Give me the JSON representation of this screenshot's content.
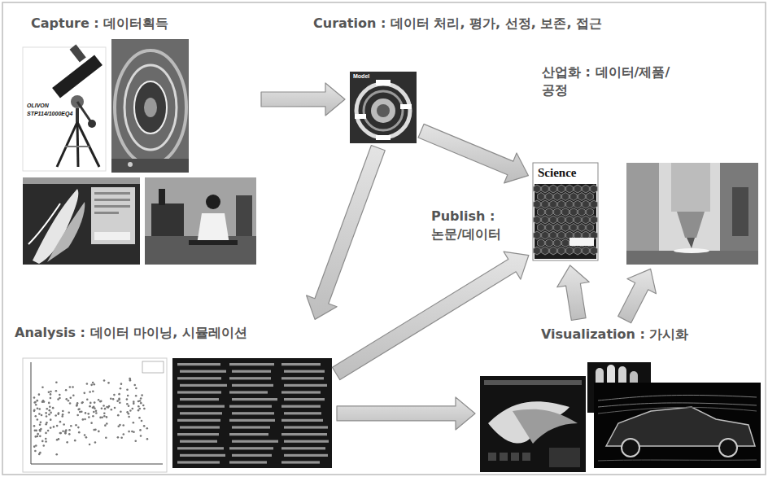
{
  "diagram": {
    "nodes": [
      {
        "text": [
          "Capture : 데이터획득"
        ]
      },
      {
        "text": [
          "Curation : 데이터 처리, 평가, 선정, 보존, 접근"
        ]
      },
      {
        "text": [
          "산업화 : 데이터/제품/공정"
        ]
      },
      {
        "text": [
          "Publish : 논문/데이터"
        ]
      },
      {
        "text": [
          "Analysis : 데이터 마이닝, 시뮬레이션"
        ]
      },
      {
        "text": [
          "Visualization : 가시화"
        ]
      }
    ],
    "edges": [
      {
        "from": 0,
        "to": 1,
        "arrow": "to"
      },
      {
        "from": 1,
        "to": 3,
        "arrow": "to"
      },
      {
        "from": 1,
        "to": 4,
        "arrow": "to"
      },
      {
        "from": 4,
        "to": 3,
        "arrow": "to"
      },
      {
        "from": 4,
        "to": 5,
        "arrow": "to"
      },
      {
        "from": 5,
        "to": 3,
        "arrow": "to"
      },
      {
        "from": 5,
        "to": 2,
        "arrow": "to"
      }
    ],
    "labels": [
      "OLIVON",
      "STP114/1000EQ4",
      "Model",
      "Science"
    ]
  }
}
